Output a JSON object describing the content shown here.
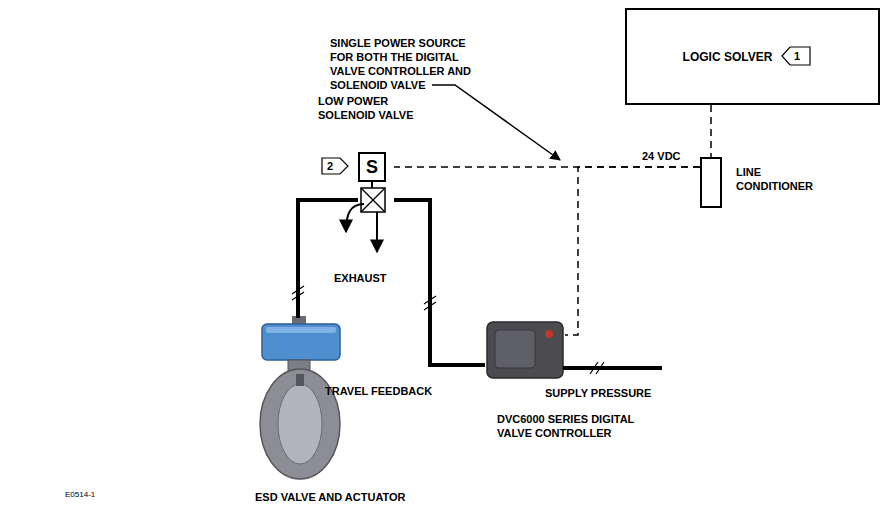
{
  "diagram": {
    "nodes": [
      {
        "text": [
          "LOGIC SOLVER"
        ]
      },
      {
        "text": [
          "LINE CONDITIONER"
        ]
      },
      {
        "text": [
          "LOW POWER SOLENOID VALVE",
          "S"
        ]
      },
      {
        "text": [
          "DVC6000 SERIES DIGITAL VALVE CONTROLLER"
        ]
      },
      {
        "text": [
          "ESD VALVE AND ACTUATOR"
        ]
      }
    ],
    "edges": [
      {
        "from": 0,
        "to": 1,
        "arrow": "none"
      },
      {
        "from": 1,
        "to": 2,
        "label": "24 VDC",
        "arrow": "none"
      },
      {
        "from": 1,
        "to": 3,
        "arrow": "none"
      },
      {
        "from": 3,
        "to": 2,
        "arrow": "none"
      },
      {
        "from": 2,
        "to": 4,
        "arrow": "none"
      }
    ],
    "labels": [
      "SINGLE POWER SOURCE FOR BOTH THE DIGITAL VALVE CONTROLLER AND SOLENOID VALVE",
      "1",
      "2",
      "EXHAUST",
      "TRAVEL FEEDBACK",
      "SUPPLY PRESSURE",
      "E0514-1"
    ]
  }
}
